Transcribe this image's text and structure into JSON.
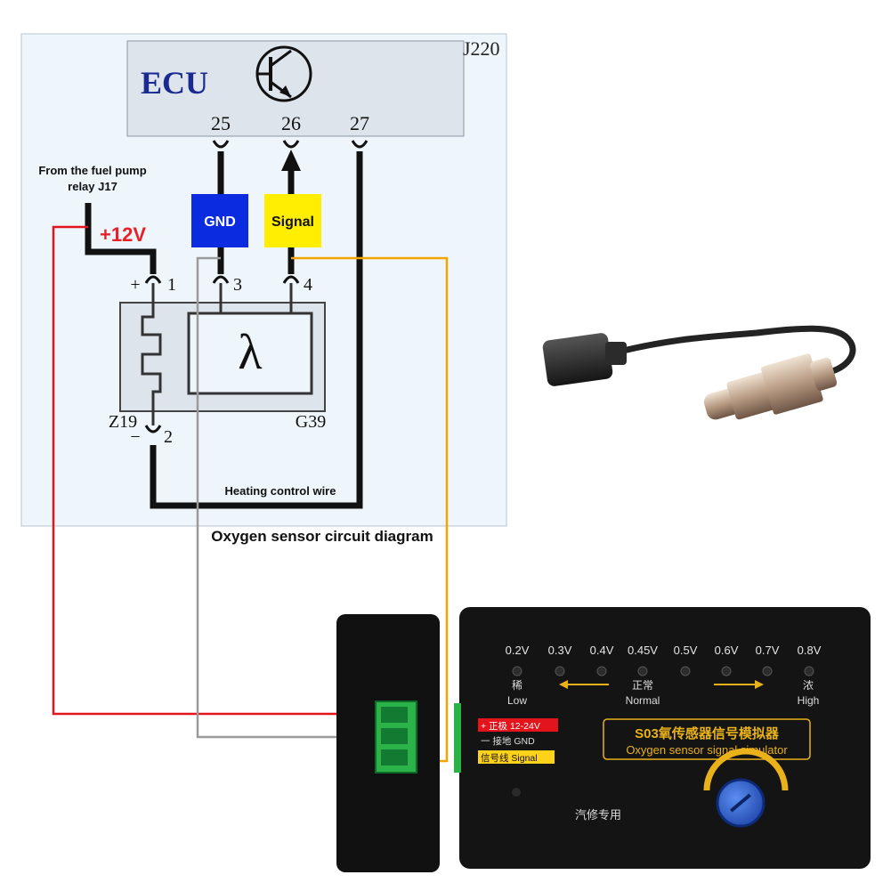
{
  "diagram": {
    "ecu": {
      "label": "ECU",
      "part_number": "J220"
    },
    "pins": {
      "ecu_pin_a": "25",
      "ecu_pin_b": "26",
      "ecu_pin_c": "27",
      "sensor_pin_1": "1",
      "sensor_pin_2": "2",
      "sensor_pin_3": "3",
      "sensor_pin_4": "4",
      "plus_mark": "+",
      "minus_mark": "−"
    },
    "tags": {
      "gnd": "GND",
      "signal": "Signal",
      "voltage": "+12V"
    },
    "source_note_line1": "From the fuel pump",
    "source_note_line2": "relay J17",
    "heater_label": "Z19",
    "sensor_label": "G39",
    "lambda_symbol": "λ",
    "heating_wire_label": "Heating control wire",
    "caption": "Oxygen sensor circuit diagram"
  },
  "simulator": {
    "voltages": [
      "0.2V",
      "0.3V",
      "0.4V",
      "0.45V",
      "0.5V",
      "0.6V",
      "0.7V",
      "0.8V"
    ],
    "lean_cn": "稀",
    "lean_en": "Low",
    "normal_cn": "正常",
    "normal_en": "Normal",
    "rich_cn": "浓",
    "rich_en": "High",
    "title_cn": "S03氧传感器信号模拟器",
    "title_en": "Oxygen sensor signal simulator",
    "terminal_positive": "+ 正极 12-24V",
    "terminal_ground": "一 接地 GND",
    "terminal_signal": "信号线 Signal",
    "footer_cn": "汽修专用"
  },
  "colors": {
    "ecu_fill": "#dde4ec",
    "gnd_tag": "#0a2be0",
    "signal_tag": "#ffee00",
    "voltage_text": "#e8202a",
    "red_wire": "#e3141b",
    "gray_wire": "#9a9a9a",
    "orange_wire": "#f2a400",
    "terminal_block": "#2bb34a",
    "title_gold": "#e9b21a"
  }
}
